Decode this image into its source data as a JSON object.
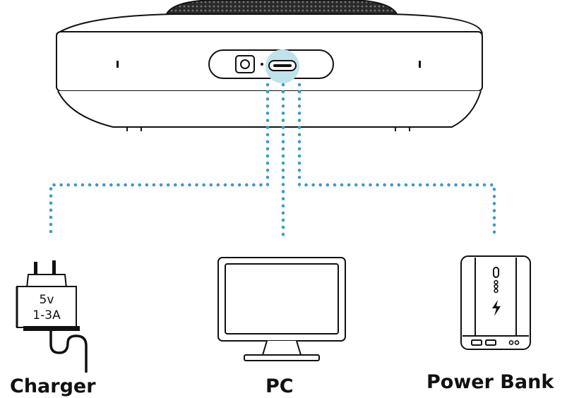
{
  "devices": {
    "charger": {
      "label": "Charger",
      "voltage": "5v",
      "current": "1-3A",
      "icon": "wall-charger-icon"
    },
    "pc": {
      "label": "PC",
      "icon": "monitor-icon"
    },
    "power_bank": {
      "label": "Power Bank",
      "icon": "power-bank-icon"
    }
  },
  "speakerphone": {
    "icon": "speakerphone-icon",
    "port": "usb-c-port"
  },
  "colors": {
    "connector": "#3a9ad0",
    "highlight": "#bfe3ea",
    "line": "#111111"
  }
}
